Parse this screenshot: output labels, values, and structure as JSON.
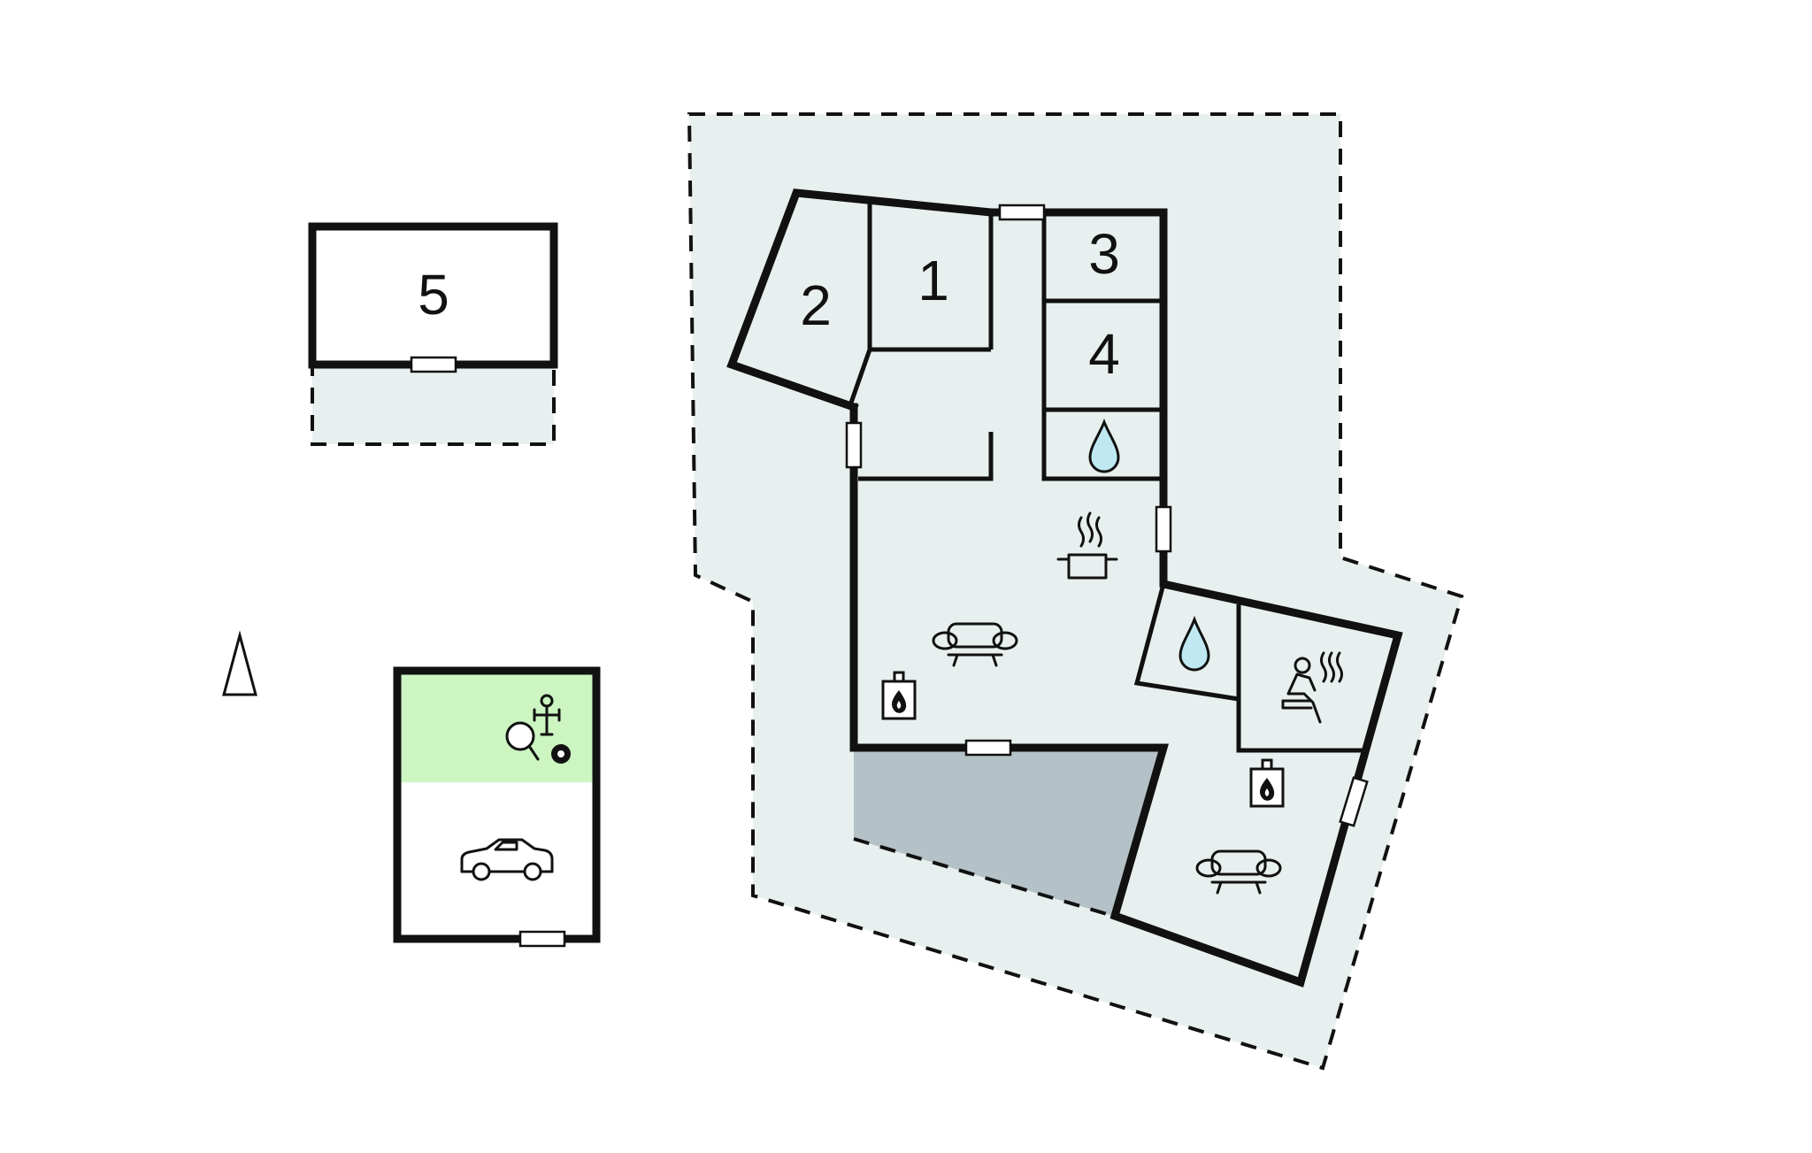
{
  "rooms": {
    "room_1": "1",
    "room_2": "2",
    "room_3": "3",
    "room_4": "4",
    "room_5": "5"
  },
  "icons": [
    "water-drop-icon",
    "cooking-pot-icon",
    "sofa-icon",
    "fireplace-icon",
    "sauna-icon",
    "table-football-icon",
    "table-tennis-icon",
    "billiard-ball-icon",
    "car-icon",
    "north-arrow-icon"
  ],
  "colors": {
    "terrace": "#e8efef",
    "covered_terrace": "#b4c1c6",
    "activity_area": "#ccf5c2",
    "water": "#bfe8f2",
    "wall": "#111111"
  }
}
